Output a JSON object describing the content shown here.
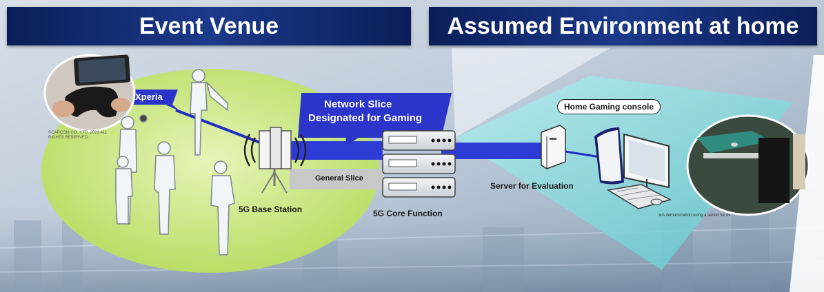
{
  "headers": {
    "left": "Event Venue",
    "right": "Assumed Environment at home"
  },
  "labels": {
    "device": "Xperia",
    "network_slice_line1": "Network Slice",
    "network_slice_line2": "Designated for Gaming",
    "general_slice": "General Slice",
    "base_station": "5G Base Station",
    "core_function": "5G Core Function",
    "server": "Server for Evaluation",
    "home_console": "Home Gaming console",
    "copyright": "©CAPCOM CO., LTD. 2023 ALL RIGHTS RESERVED.",
    "note": "※A demonstration using a server for ev"
  },
  "colors": {
    "header_bg": "#0b1e5a",
    "venue_zone": "#c7e87a",
    "home_zone": "#8fdcdc",
    "gaming_slice": "#2e3cd6",
    "general_slice": "#c8c8c8"
  }
}
